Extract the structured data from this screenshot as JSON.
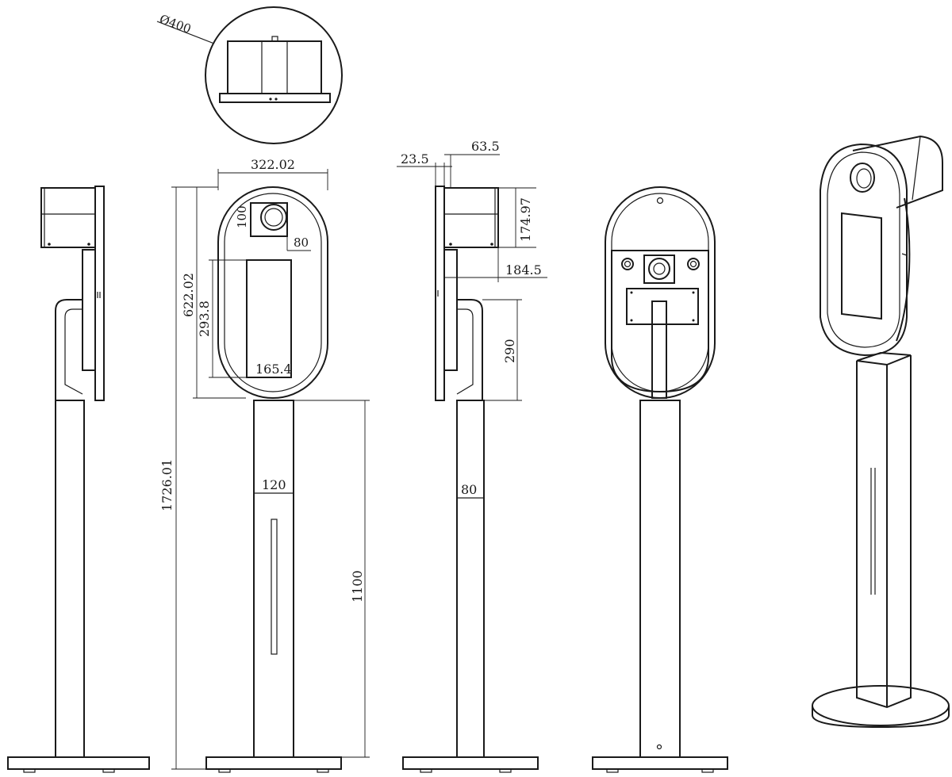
{
  "drawing": {
    "dimensions": {
      "top_diameter": "Ø400",
      "head_width": "322.02",
      "head_height": "622.02",
      "camera_box": "100",
      "camera_offset": "80",
      "screen_height": "293.8",
      "screen_width": "165.4",
      "total_height": "1726.01",
      "pole_width_front": "120",
      "pole_height": "1100",
      "panel_thickness": "23.5",
      "box_offset": "63.5",
      "box_height": "174.97",
      "head_depth": "184.5",
      "bracket_height": "290",
      "pole_width_side": "80"
    }
  }
}
